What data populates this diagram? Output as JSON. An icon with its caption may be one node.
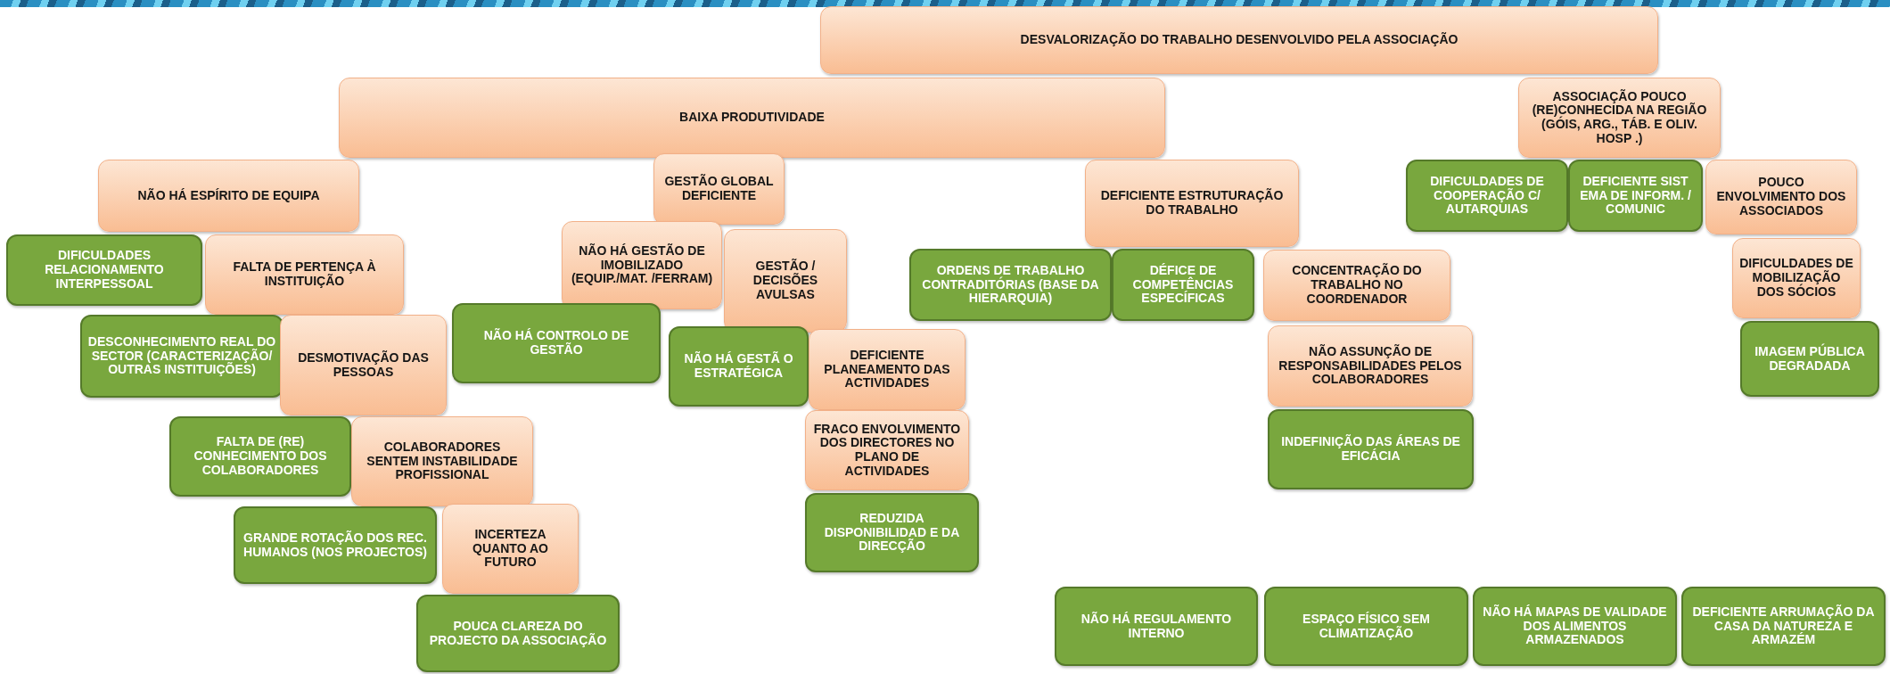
{
  "diagram": {
    "nodes": [
      {
        "text": [
          "DESVALORIZAÇÃO DO TRABALHO DESENVOLVIDO PELA ASSOCIAÇÃO"
        ]
      },
      {
        "text": [
          "BAIXA PRODUTIVIDADE"
        ]
      },
      {
        "text": [
          "ASSOCIAÇÃO POUCO (RE)CONHECIDA NA REGIÃO (GÓIS, ARG., TÁB. E OLIV. HOSP .)"
        ]
      },
      {
        "text": [
          "NÃO HÁ ESPÍRITO DE EQUIPA"
        ]
      },
      {
        "text": [
          "GESTÃO GLOBAL DEFICIENTE"
        ]
      },
      {
        "text": [
          "DEFICIENTE ESTRUTURAÇÃO DO TRABALHO"
        ]
      },
      {
        "text": [
          "DIFICULDADES DE COOPERAÇÃO C/ AUTARQUIAS"
        ]
      },
      {
        "text": [
          "DEFICIENTE SIST EMA DE INFORM. / COMUNIC"
        ]
      },
      {
        "text": [
          "POUCO ENVOLVIMENTO DOS ASSOCIADOS"
        ]
      },
      {
        "text": [
          "DIFICULDADES RELACIONAMENTO INTERPESSOAL"
        ]
      },
      {
        "text": [
          "FALTA DE PERTENÇA À INSTITUIÇÃO"
        ]
      },
      {
        "text": [
          "NÃO HÁ GESTÃO DE IMOBILIZADO (EQUIP./MAT. /FERRAM)"
        ]
      },
      {
        "text": [
          "GESTÃO / DECISÕES AVULSAS"
        ]
      },
      {
        "text": [
          "ORDENS DE TRABALHO CONTRADITÓRIAS (BASE DA HIERARQUIA)"
        ]
      },
      {
        "text": [
          "DÉFICE DE COMPETÊNCIAS ESPECÍFICAS"
        ]
      },
      {
        "text": [
          "CONCENTRAÇÃO DO TRABALHO NO COORDENADOR"
        ]
      },
      {
        "text": [
          "DIFICULDADES DE MOBILIZAÇÃO DOS SÓCIOS"
        ]
      },
      {
        "text": [
          "DESCONHECIMENTO REAL DO SECTOR (CARACTERIZAÇÃO/ OUTRAS INSTITUIÇÕES)"
        ]
      },
      {
        "text": [
          "DESMOTIVAÇÃO DAS PESSOAS"
        ]
      },
      {
        "text": [
          "NÃO HÁ CONTROLO DE GESTÃO"
        ]
      },
      {
        "text": [
          "NÃO HÁ GESTÃ O ESTRATÉGICA"
        ]
      },
      {
        "text": [
          "DEFICIENTE PLANEAMENTO DAS ACTIVIDADES"
        ]
      },
      {
        "text": [
          "NÃO ASSUNÇÃO DE RESPONSABILIDADES PELOS COLABORADORES"
        ]
      },
      {
        "text": [
          "IMAGEM PÚBLICA DEGRADADA"
        ]
      },
      {
        "text": [
          "FRACO ENVOLVIMENTO DOS DIRECTORES NO PLANO DE ACTIVIDADES"
        ]
      },
      {
        "text": [
          "INDEFINIÇÃO DAS ÁREAS DE EFICÁCIA"
        ]
      },
      {
        "text": [
          "FALTA DE (RE) CONHECIMENTO DOS COLABORADORES"
        ]
      },
      {
        "text": [
          "COLABORADORES SENTEM INSTABILIDADE PROFISSIONAL"
        ]
      },
      {
        "text": [
          "REDUZIDA DISPONIBILIDAD E DA DIRECÇÃO"
        ]
      },
      {
        "text": [
          "GRANDE ROTAÇÃO DOS REC. HUMANOS (NOS PROJECTOS)"
        ]
      },
      {
        "text": [
          "INCERTEZA QUANTO AO FUTURO"
        ]
      },
      {
        "text": [
          "NÃO HÁ REGULAMENTO INTERNO"
        ]
      },
      {
        "text": [
          "ESPAÇO FÍSICO SEM CLIMATIZAÇÃO"
        ]
      },
      {
        "text": [
          "NÃO HÁ MAPAS DE VALIDADE DOS ALIMENTOS ARMAZENADOS"
        ]
      },
      {
        "text": [
          "DEFICIENTE ARRUMAÇÃO DA CASA DA NATUREZA E ARMAZÉM"
        ]
      },
      {
        "text": [
          "POUCA CLAREZA DO PROJECTO DA ASSOCIAÇÃO"
        ]
      }
    ]
  }
}
